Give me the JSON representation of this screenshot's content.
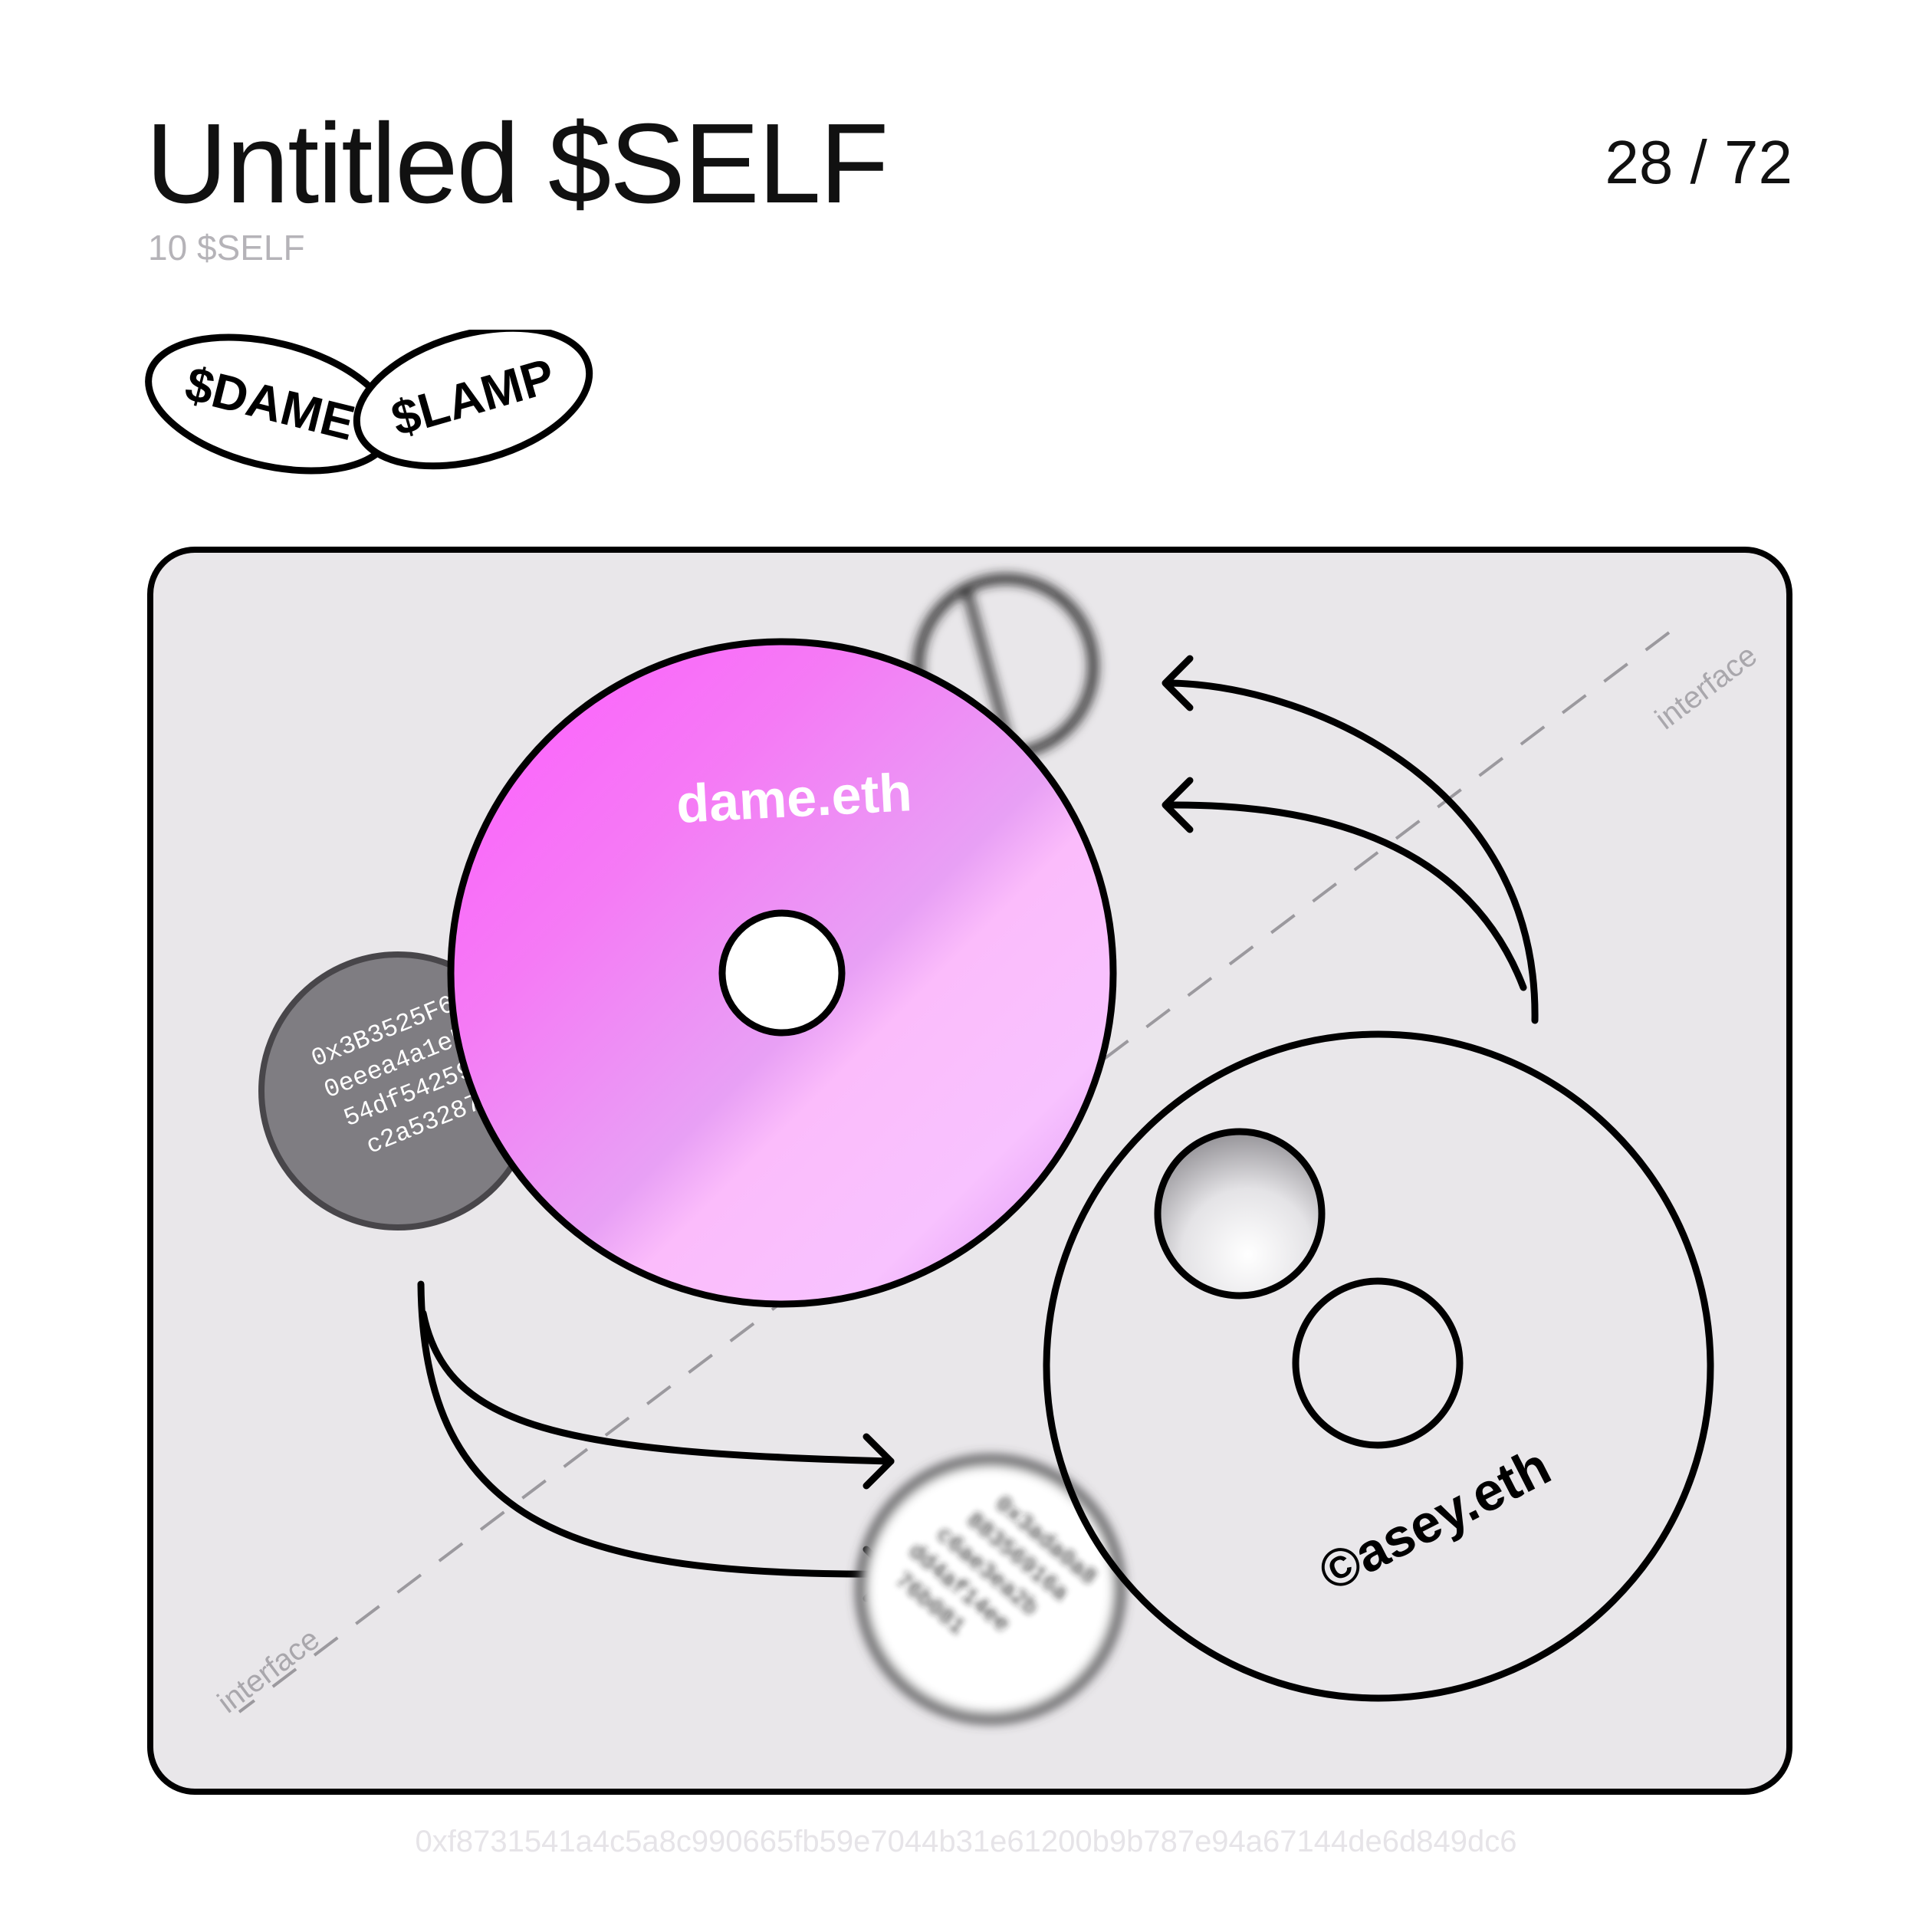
{
  "header": {
    "title": "Untitled $SELF",
    "price": "10 $SELF",
    "counter": "28 / 72"
  },
  "tags": [
    "$DAME",
    "$LAMP"
  ],
  "artwork": {
    "disc_label": "dame.eth",
    "disc2_label": "©asey.eth",
    "coin_address_lines": [
      "0x3B3525F6",
      "0eeea4a1eF5",
      "54df5425912",
      "c2a532875D"
    ],
    "blur_address_lines": [
      "0x3ada0a8",
      "88356916a",
      "c6ae3ea2b",
      "dd4af14ee",
      "76b081"
    ],
    "interface_top": "interface",
    "interface_bottom": "interface",
    "colors": {
      "panel_bg": "#e9e7ea",
      "disc_pink": "#ff66ff",
      "disc_lilac": "#e6a3f5",
      "coin_gray": "#7d7b80",
      "stroke": "#000000"
    }
  },
  "footer": {
    "hash": "0xf8731541a4c5a8c990665fb59e7044b31e61200b9b787e94a67144de6d849dc6"
  }
}
